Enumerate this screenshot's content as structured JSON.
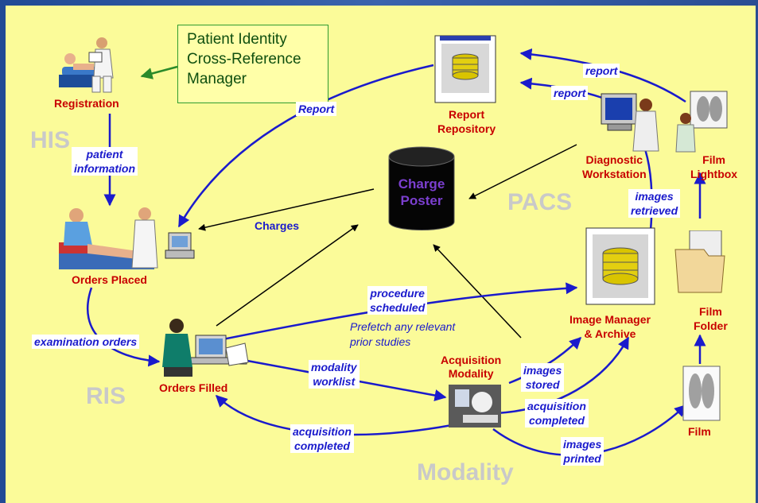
{
  "diagram": {
    "pix_manager": [
      "Patient Identity",
      "Cross-Reference",
      "Manager"
    ],
    "charge_poster": [
      "Charge",
      "Poster"
    ],
    "zones": {
      "his": "HIS",
      "ris": "RIS",
      "pacs": "PACS",
      "modality": "Modality"
    },
    "nodes": {
      "registration": "Registration",
      "orders_placed": "Orders Placed",
      "orders_filled": "Orders Filled",
      "report_repository": [
        "Report",
        "Repository"
      ],
      "diagnostic_workstation": [
        "Diagnostic",
        "Workstation"
      ],
      "film_lightbox": [
        "Film",
        "Lightbox"
      ],
      "image_manager": [
        "Image Manager",
        "& Archive"
      ],
      "film_folder": [
        "Film",
        "Folder"
      ],
      "acquisition_modality": [
        "Acquisition",
        "Modality"
      ],
      "film": "Film"
    },
    "edges": {
      "patient_information": [
        "patient",
        "information"
      ],
      "examination_orders": "examination orders",
      "report_to_orders": "Report",
      "charges": "Charges",
      "report_top": "report",
      "report_mid": "report",
      "images_retrieved": [
        "images",
        "retrieved"
      ],
      "procedure_scheduled": [
        "procedure",
        "scheduled"
      ],
      "prefetch_note": [
        "Prefetch any relevant",
        "prior studies"
      ],
      "modality_worklist": [
        "modality",
        "worklist"
      ],
      "images_stored": [
        "images",
        "stored"
      ],
      "acquisition_completed_right": [
        "acquisition",
        "completed"
      ],
      "acquisition_completed_left": [
        "acquisition",
        "completed"
      ],
      "images_printed": [
        "images",
        "printed"
      ]
    }
  },
  "colors": {
    "background": "#fbfb99",
    "frame": "#2d4f9a",
    "node_label": "#c80000",
    "edge_label": "#1a1acc",
    "arrow_blue": "#1a1acc",
    "arrow_black": "#000000",
    "pix_green": "#0f4f0f",
    "zone_text": "#c9c9c9",
    "charge_text": "#7b3fcf"
  }
}
